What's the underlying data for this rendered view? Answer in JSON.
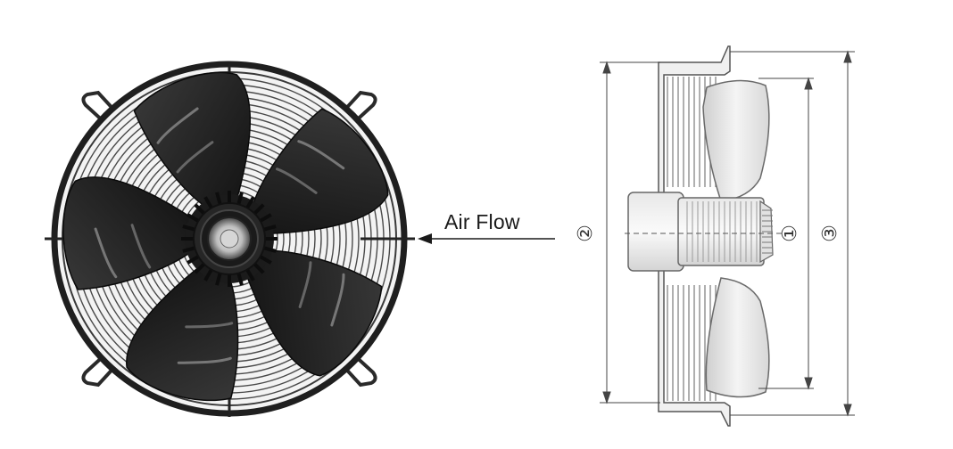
{
  "airflow": {
    "label": "Air Flow"
  },
  "dimensions": [
    {
      "id": "dim-1",
      "symbol": "①"
    },
    {
      "id": "dim-2",
      "symbol": "②"
    },
    {
      "id": "dim-3",
      "symbol": "③"
    }
  ],
  "colors": {
    "ink": "#1a1a1a",
    "fan_body": "#1e1e1e",
    "guard": "#2a2a2a",
    "line": "#555555",
    "light": "#e6e6e6"
  }
}
